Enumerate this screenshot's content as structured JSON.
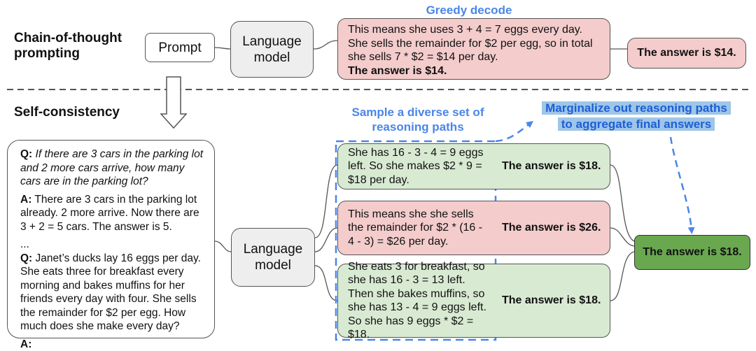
{
  "labels": {
    "cot": "Chain-of-thought prompting",
    "sc": "Self-consistency"
  },
  "top": {
    "prompt": "Prompt",
    "model": "Language model",
    "greedy_title": "Greedy decode",
    "reasoning": "This means she uses 3 + 4 = 7 eggs every day. She sells the remainder for $2 per egg, so in total she sells 7 * $2 = $14 per day.",
    "reasoning_answer": "The answer is $14.",
    "answer": "The answer is $14."
  },
  "bottom": {
    "sample_title": "Sample a diverse set of reasoning paths",
    "marginalize": "Marginalize out reasoning paths to aggregate final answers",
    "model": "Language model",
    "final_answer": "The answer is $18.",
    "paths": [
      {
        "reasoning": "She has 16 - 3 - 4 = 9 eggs left. So she makes $2 * 9 = $18 per day.",
        "answer": "The answer is $18.",
        "color": "green"
      },
      {
        "reasoning": "This means she she sells the remainder for $2 * (16 - 4 - 3) = $26 per day.",
        "answer": "The answer is $26.",
        "color": "pink"
      },
      {
        "reasoning": "She eats 3 for breakfast, so she has 16 - 3 = 13 left. Then she bakes muffins, so she has 13 - 4 = 9 eggs left. So she has 9 eggs * $2 = $18.",
        "answer": "The answer is $18.",
        "color": "green"
      }
    ]
  },
  "prompt_text": {
    "q_tag": "Q:",
    "a_tag": "A:",
    "q1": "If there are 3 cars in the parking lot and 2 more cars arrive, how many cars are in the parking lot?",
    "a1": "There are 3 cars in the parking lot already. 2 more arrive. Now there are 3 + 2 = 5 cars. The answer is 5.",
    "ellipsis": "...",
    "q2": "Janet’s ducks lay 16 eggs per day. She eats three for breakfast every morning and bakes muffins for her friends every day with four. She sells the remainder for $2 per egg. How much does she make every day?",
    "a2": ""
  },
  "colors": {
    "pink": "#f4cccc",
    "green": "#d9ead3",
    "final_green": "#6aa84f",
    "blue": "#4a86e8",
    "highlight": "#9fc5e8"
  }
}
